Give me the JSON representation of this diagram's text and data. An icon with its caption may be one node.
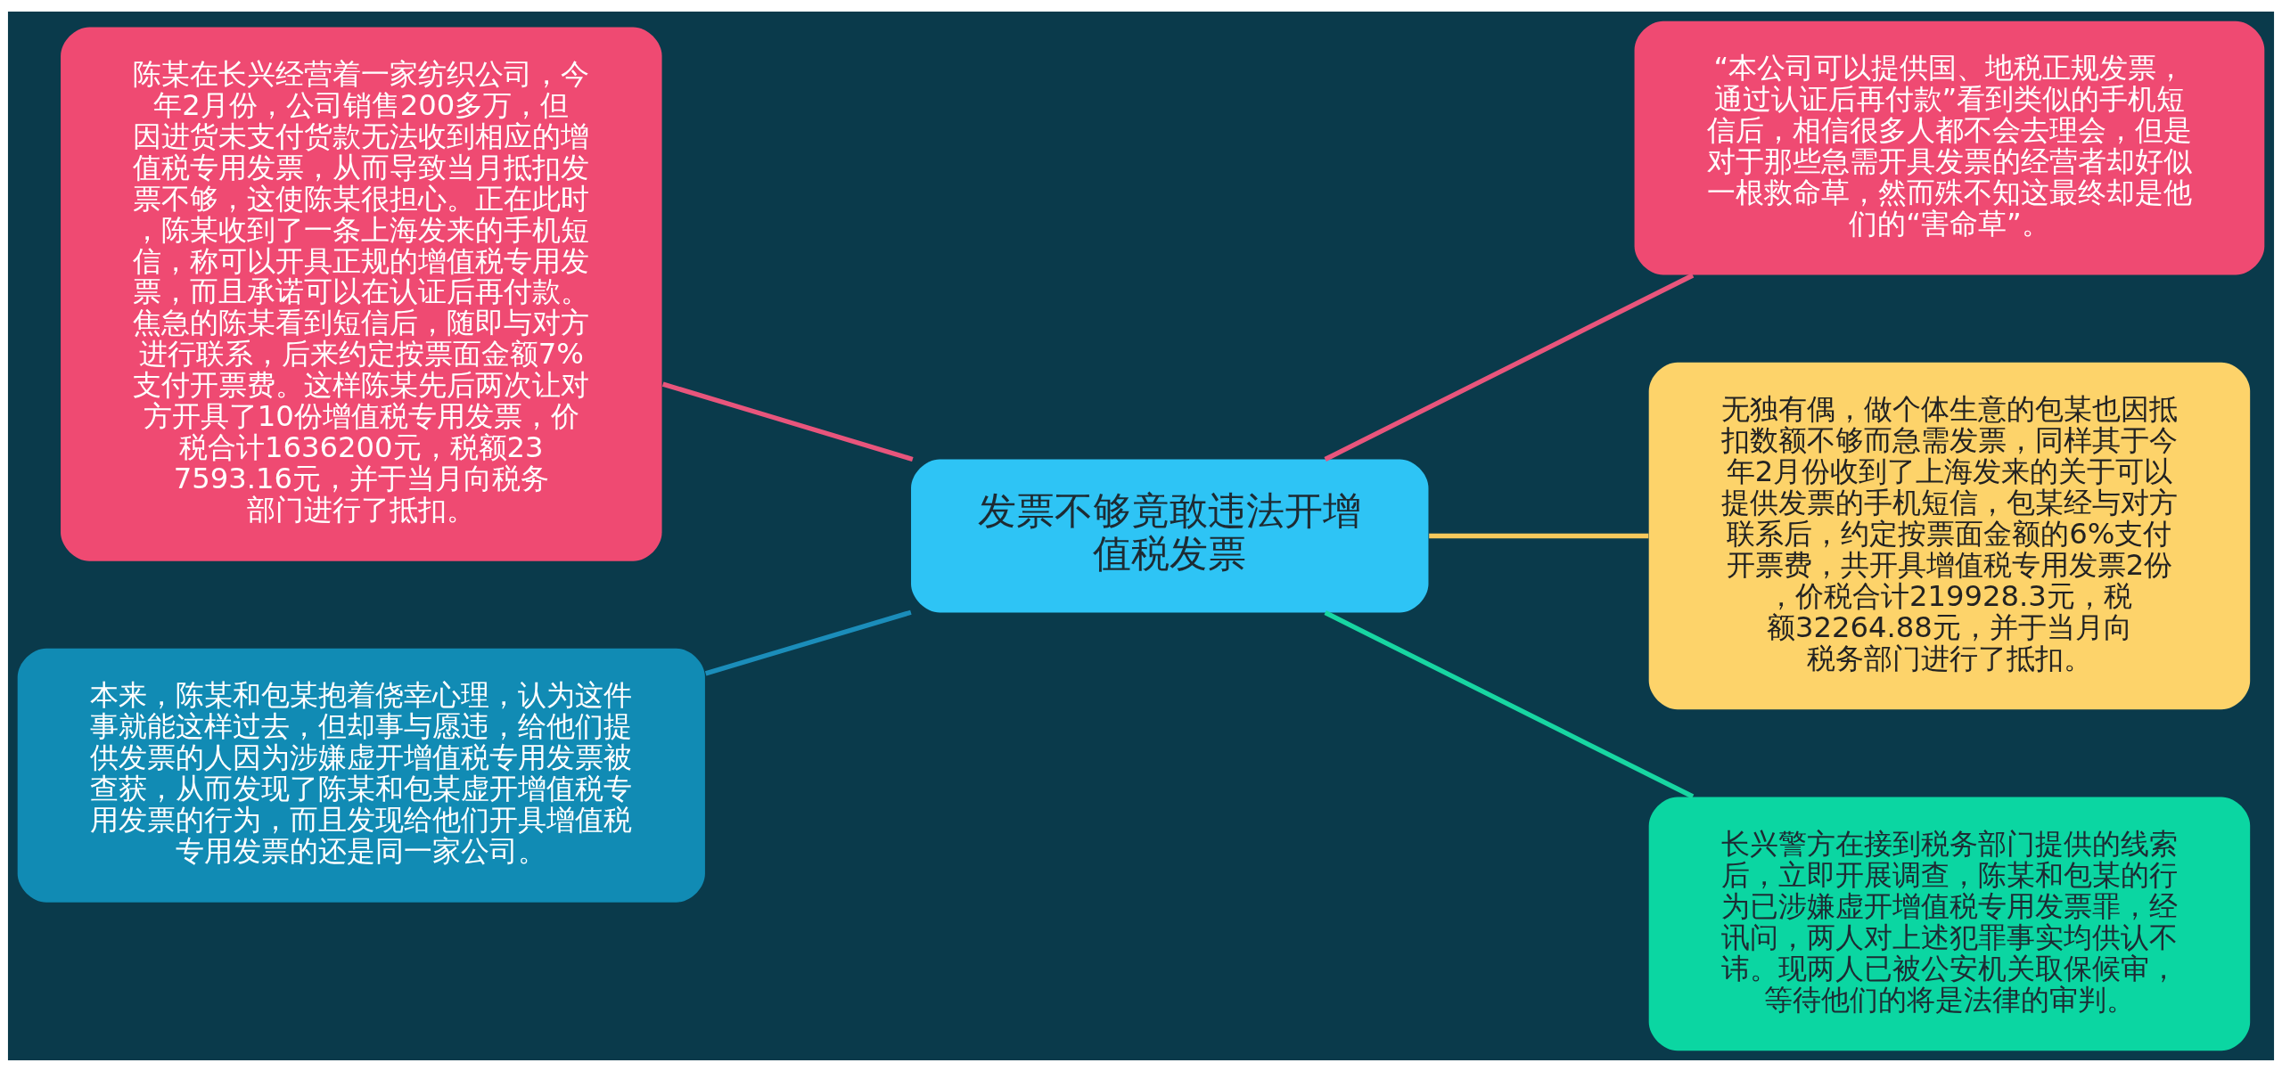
{
  "diagram": {
    "nodes": [
      {
        "text": [
          "发票不够竟敢违法开增值税发票"
        ]
      },
      {
        "text": [
          "陈某在长兴经营着一家纺织公司，今年2月份，公司销售200多万，但因进货未支付货款无法收到相应的增值税专用发票，从而导致当月抵扣发票不够，这使陈某很担心。正在此时，陈某收到了一条上海发来的手机短信，称可以开具正规的增值税专用发票，而且承诺可以在认证后再付款。焦急的陈某看到短信后，随即与对方进行联系，后来约定按票面金额7%支付开票费。这样陈某先后两次让对方开具了10份增值税专用发票，价税合计1636200元，税额237593.16元，并于当月向税务部门进行了抵扣。"
        ]
      },
      {
        "text": [
          "本来，陈某和包某抱着侥幸心理，认为这件事就能这样过去，但却事与愿违，给他们提供发票的人因为涉嫌虚开增值税专用发票被查获，从而发现了陈某和包某虚开增值税专用发票的行为，而且发现给他们开具增值税专用发票的还是同一家公司。"
        ]
      },
      {
        "text": [
          "“本公司可以提供国、地税正规发票，通过认证后再付款”看到类似的手机短信后，相信很多人都不会去理会，但是对于那些急需开具发票的经营者却好似一根救命草，然而殊不知这最终却是他们的“害命草”。"
        ]
      },
      {
        "text": [
          "无独有偶，做个体生意的包某也因抵扣数额不够而急需发票，同样其于今年2月份收到了上海发来的关于可以提供发票的手机短信，包某经与对方联系后，约定按票面金额的6%支付开票费，共开具增值税专用发票2份，价税合计219928.3元，税额32264.88元，并于当月向税务部门进行了抵扣。"
        ]
      },
      {
        "text": [
          "长兴警方在接到税务部门提供的线索后，立即开展调查，陈某和包某的行为已涉嫌虚开增值税专用发票罪，经讯问，两人对上述犯罪事实均供认不讳。现两人已被公安机关取保候审，等待他们的将是法律的审判。"
        ]
      }
    ],
    "edges": [
      {
        "from": 0,
        "to": 1,
        "arrow": "none",
        "color": "#e8557c"
      },
      {
        "from": 0,
        "to": 2,
        "arrow": "none",
        "color": "#1b8dba"
      },
      {
        "from": 0,
        "to": 3,
        "arrow": "none",
        "color": "#e8557c"
      },
      {
        "from": 0,
        "to": 4,
        "arrow": "none",
        "color": "#f7c95c"
      },
      {
        "from": 0,
        "to": 5,
        "arrow": "none",
        "color": "#18d6a2"
      }
    ]
  }
}
